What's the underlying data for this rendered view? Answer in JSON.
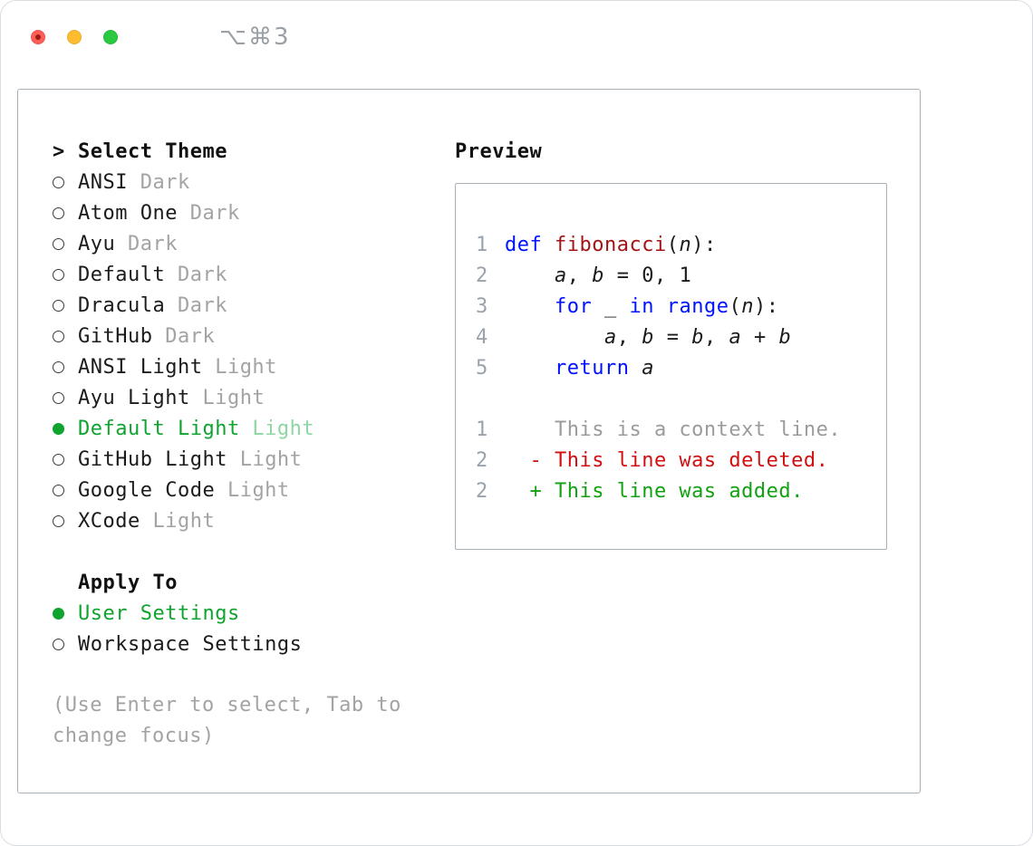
{
  "window": {
    "shortcut": "⌥⌘3"
  },
  "theme_picker": {
    "prefix": ">",
    "title": "Select Theme",
    "items": [
      {
        "label": "ANSI",
        "variant": "Dark",
        "selected": false
      },
      {
        "label": "Atom One",
        "variant": "Dark",
        "selected": false
      },
      {
        "label": "Ayu",
        "variant": "Dark",
        "selected": false
      },
      {
        "label": "Default",
        "variant": "Dark",
        "selected": false
      },
      {
        "label": "Dracula",
        "variant": "Dark",
        "selected": false
      },
      {
        "label": "GitHub",
        "variant": "Dark",
        "selected": false
      },
      {
        "label": "ANSI Light",
        "variant": "Light",
        "selected": false
      },
      {
        "label": "Ayu Light",
        "variant": "Light",
        "selected": false
      },
      {
        "label": "Default Light",
        "variant": "Light",
        "selected": true
      },
      {
        "label": "GitHub Light",
        "variant": "Light",
        "selected": false
      },
      {
        "label": "Google Code",
        "variant": "Light",
        "selected": false
      },
      {
        "label": "XCode",
        "variant": "Light",
        "selected": false
      }
    ]
  },
  "apply_to": {
    "title": "Apply To",
    "options": [
      {
        "label": "User Settings",
        "selected": true
      },
      {
        "label": "Workspace Settings",
        "selected": false
      }
    ]
  },
  "hint": "(Use Enter to select, Tab to change focus)",
  "preview": {
    "title": "Preview",
    "lines": [
      {
        "n": "1",
        "tokens": [
          {
            "t": "def",
            "c": "kw"
          },
          {
            "t": " ",
            "c": "plain"
          },
          {
            "t": "fibonacci",
            "c": "fn"
          },
          {
            "t": "(",
            "c": "plain"
          },
          {
            "t": "n",
            "c": "var"
          },
          {
            "t": "):",
            "c": "plain"
          }
        ]
      },
      {
        "n": "2",
        "tokens": [
          {
            "t": "    ",
            "c": "plain"
          },
          {
            "t": "a",
            "c": "var"
          },
          {
            "t": ", ",
            "c": "plain"
          },
          {
            "t": "b",
            "c": "var"
          },
          {
            "t": " = 0, 1",
            "c": "plain"
          }
        ]
      },
      {
        "n": "3",
        "tokens": [
          {
            "t": "    ",
            "c": "plain"
          },
          {
            "t": "for",
            "c": "kw"
          },
          {
            "t": " _ ",
            "c": "plain"
          },
          {
            "t": "in",
            "c": "kw"
          },
          {
            "t": " ",
            "c": "plain"
          },
          {
            "t": "range",
            "c": "kw"
          },
          {
            "t": "(",
            "c": "plain"
          },
          {
            "t": "n",
            "c": "var"
          },
          {
            "t": "):",
            "c": "plain"
          }
        ]
      },
      {
        "n": "4",
        "tokens": [
          {
            "t": "        ",
            "c": "plain"
          },
          {
            "t": "a",
            "c": "var"
          },
          {
            "t": ", ",
            "c": "plain"
          },
          {
            "t": "b",
            "c": "var"
          },
          {
            "t": " = ",
            "c": "plain"
          },
          {
            "t": "b",
            "c": "var"
          },
          {
            "t": ", ",
            "c": "plain"
          },
          {
            "t": "a",
            "c": "var"
          },
          {
            "t": " + ",
            "c": "plain"
          },
          {
            "t": "b",
            "c": "var"
          }
        ]
      },
      {
        "n": "5",
        "tokens": [
          {
            "t": "    ",
            "c": "plain"
          },
          {
            "t": "return",
            "c": "kw"
          },
          {
            "t": " ",
            "c": "plain"
          },
          {
            "t": "a",
            "c": "var"
          }
        ]
      },
      {
        "n": "",
        "tokens": []
      },
      {
        "n": "1",
        "tokens": [
          {
            "t": "    This is a context line.",
            "c": "ctx"
          }
        ]
      },
      {
        "n": "2",
        "tokens": [
          {
            "t": "  - This line was deleted.",
            "c": "del"
          }
        ]
      },
      {
        "n": "2",
        "tokens": [
          {
            "t": "  + This line was added.",
            "c": "add"
          }
        ]
      }
    ]
  },
  "colors": {
    "accent_green": "#0fa32f",
    "selected_variant_green": "#8ed6a3",
    "keyword_blue": "#0013ff",
    "function_red": "#a31515",
    "deleted_red": "#d01010",
    "added_green": "#11a111",
    "context_gray": "#9b9b9b",
    "muted_gray": "#a3a3a3",
    "line_number_gray": "#9aa2ac",
    "traffic_red": "#ff5f57",
    "traffic_red_dot": "#9a1d14",
    "traffic_yellow": "#febc2e",
    "traffic_green": "#29c940"
  }
}
